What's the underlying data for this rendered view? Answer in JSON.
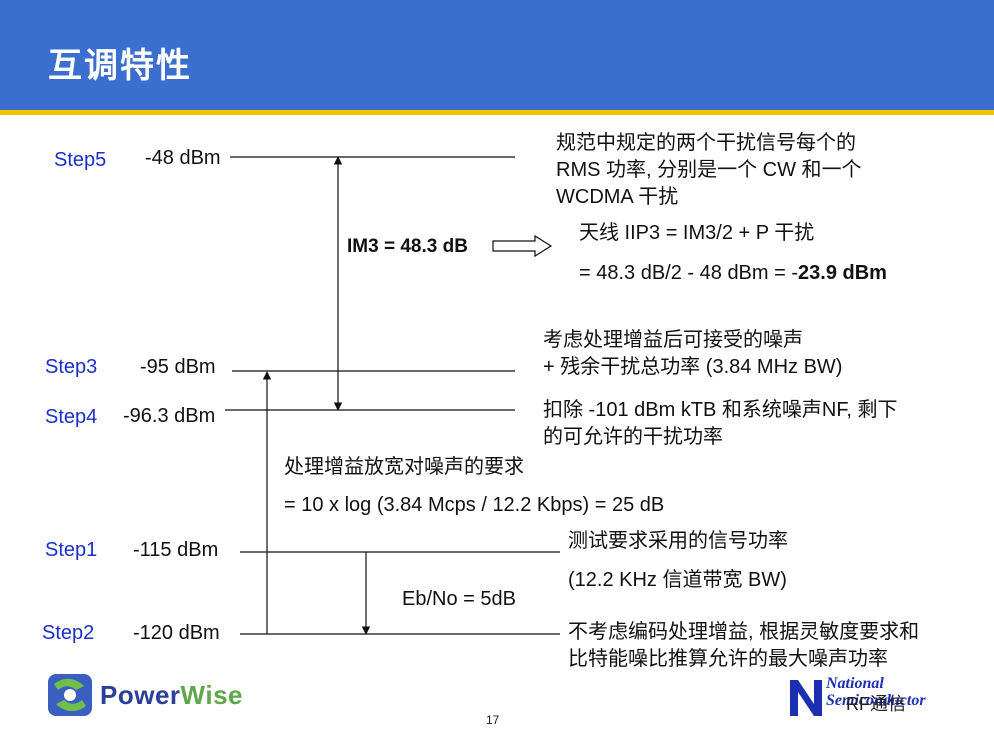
{
  "slide": {
    "title": "互调特性",
    "page_number": "17"
  },
  "levels": [
    {
      "step": "Step5",
      "value": "-48 dBm"
    },
    {
      "step": "Step3",
      "value": "-95 dBm"
    },
    {
      "step": "Step4",
      "value": "-96.3 dBm"
    },
    {
      "step": "Step1",
      "value": "-115 dBm"
    },
    {
      "step": "Step2",
      "value": "-120 dBm"
    }
  ],
  "annotations": {
    "step5_l1": "规范中规定的两个干扰信号每个的",
    "step5_l2": "RMS 功率, 分别是一个 CW 和一个",
    "step5_l3": "WCDMA 干扰",
    "iip3_l1": "天线 IIP3 = IM3/2 + P 干扰",
    "iip3_l2a": "= 48.3 dB/2 - 48 dBm = -",
    "iip3_l2b": "23.9 dBm",
    "im3": "IM3 = 48.3 dB",
    "step3_l1": "考虑处理增益后可接受的噪声",
    "step3_l2": "+ 残余干扰总功率 (3.84 MHz BW)",
    "step4_l1": "扣除 -101 dBm kTB 和系统噪声NF, 剩下",
    "step4_l2": "的可允许的干扰功率",
    "pg_l1": "处理增益放宽对噪声的要求",
    "pg_l2": "= 10 x log (3.84 Mcps / 12.2 Kbps) = 25 dB",
    "step1_l1": "测试要求采用的信号功率",
    "step1_l2": "(12.2 KHz 信道带宽 BW)",
    "ebno": "Eb/No = 5dB",
    "step2_l1": "不考虑编码处理增益, 根据灵敏度要求和",
    "step2_l2": "比特能噪比推算允许的最大噪声功率"
  },
  "footer": {
    "left_logo_a": "Power",
    "left_logo_b": "Wise",
    "right_logo_l1": "National",
    "right_logo_l2": "Semiconductor",
    "watermark": "RF通信"
  }
}
